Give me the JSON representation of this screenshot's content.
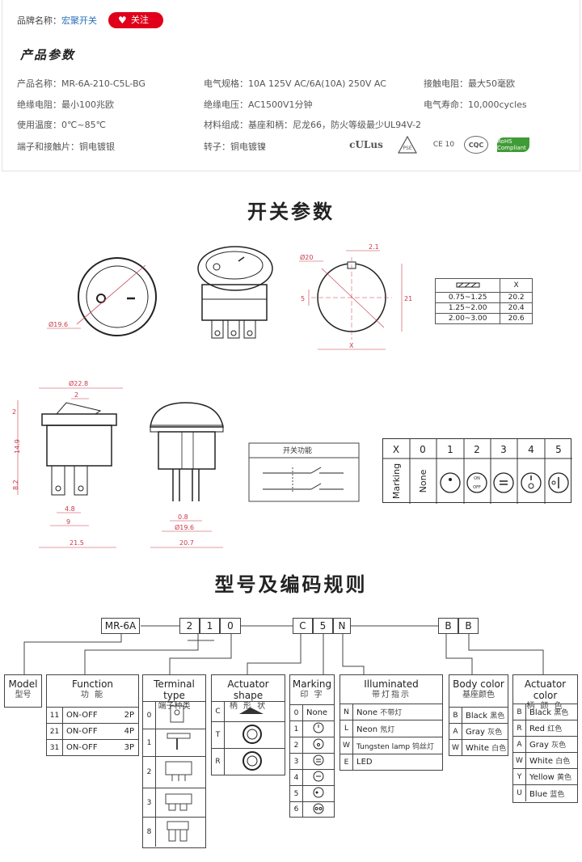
{
  "header": {
    "brand_label": "品牌名称：",
    "brand_name": "宏聚开关",
    "follow_label": "关注"
  },
  "params": {
    "title": "产品参数",
    "items": [
      "产品名称：MR-6A-210-C5L-BG",
      "电气规格：10A  125V  AC/6A(10A) 250V  AC",
      "接触电阻：最大50毫欧",
      "绝缘电阻：最小100兆欧",
      "绝缘电压：AC1500V1分钟",
      "电气寿命：10,000cycles",
      "使用温度：0℃~85℃",
      "材料组成：基座和柄：尼龙66，防火等级最少UL94V-2",
      "端子和接触片：铜电镀银",
      "转子：铜电镀镍"
    ],
    "certs": [
      "cULus",
      "PSE",
      "CE 10",
      "CQC",
      "RoHS Compliant"
    ]
  },
  "switch_section": {
    "title": "开关参数",
    "dims": {
      "d196": "Ø19.6",
      "d20": "Ø20",
      "w21": "2.1",
      "h5": "5",
      "h21": "21",
      "x": "X",
      "d228": "Ø22.8",
      "h2": "2",
      "h2b": "2",
      "h149": "14.9",
      "h82": "8.2",
      "w48": "4.8",
      "w9": "9",
      "w215": "21.5",
      "w08": "0.8",
      "d196b": "Ø19.6",
      "w207": "20.7"
    },
    "x_table": {
      "header": "X",
      "rows": [
        [
          "0.75~1.25",
          "20.2"
        ],
        [
          "1.25~2.00",
          "20.4"
        ],
        [
          "2.00~3.00",
          "20.6"
        ]
      ]
    },
    "function_label": "开关功能",
    "marking": {
      "x_label": "X",
      "row_label": "Marking",
      "codes": [
        "0",
        "1",
        "2",
        "3",
        "4",
        "5"
      ],
      "none_label": "None",
      "on_label": "ON",
      "off_label": "OFF"
    }
  },
  "encoding": {
    "title": "型号及编码规则",
    "code_parts": [
      "MR-6A",
      "2",
      "1",
      "0",
      "C",
      "5",
      "N",
      "B",
      "B"
    ],
    "model": {
      "title": "Model",
      "sub": "型号"
    },
    "function": {
      "title": "Function",
      "sub": "功 能",
      "rows": [
        {
          "code": "11",
          "label": "ON-OFF",
          "poles": "2P"
        },
        {
          "code": "21",
          "label": "ON-OFF",
          "poles": "4P"
        },
        {
          "code": "31",
          "label": "ON-OFF",
          "poles": "3P"
        }
      ]
    },
    "terminal": {
      "title": "Terminal type",
      "sub": "端子种类",
      "codes": [
        "0",
        "1",
        "2",
        "3",
        "8"
      ]
    },
    "actuator_shape": {
      "title": "Actuator shape",
      "sub": "柄 形 状",
      "codes": [
        "C",
        "T",
        "R"
      ]
    },
    "marking": {
      "title": "Marking",
      "sub": "印 字",
      "codes": [
        "0",
        "1",
        "2",
        "3",
        "4",
        "5",
        "6"
      ],
      "none": "None"
    },
    "illuminated": {
      "title": "Illuminated",
      "sub": "带灯指示",
      "rows": [
        {
          "code": "N",
          "en": "None",
          "cn": "不带灯"
        },
        {
          "code": "L",
          "en": "Neon",
          "cn": "氖灯"
        },
        {
          "code": "W",
          "en": "Tungsten lamp",
          "cn": "钨丝灯"
        },
        {
          "code": "E",
          "en": "LED",
          "cn": ""
        }
      ]
    },
    "body_color": {
      "title": "Body color",
      "sub": "基座颜色",
      "rows": [
        {
          "code": "B",
          "en": "Black",
          "cn": "黑色"
        },
        {
          "code": "A",
          "en": "Gray",
          "cn": "灰色"
        },
        {
          "code": "W",
          "en": "White",
          "cn": "白色"
        }
      ]
    },
    "actuator_color": {
      "title": "Actuator color",
      "sub": "柄 颜 色",
      "rows": [
        {
          "code": "B",
          "en": "Black",
          "cn": "黑色"
        },
        {
          "code": "R",
          "en": "Red",
          "cn": "红色"
        },
        {
          "code": "A",
          "en": "Gray",
          "cn": "灰色"
        },
        {
          "code": "W",
          "en": "White",
          "cn": "白色"
        },
        {
          "code": "Y",
          "en": "Yellow",
          "cn": "黄色"
        },
        {
          "code": "U",
          "en": "Blue",
          "cn": "蓝色"
        }
      ]
    }
  }
}
